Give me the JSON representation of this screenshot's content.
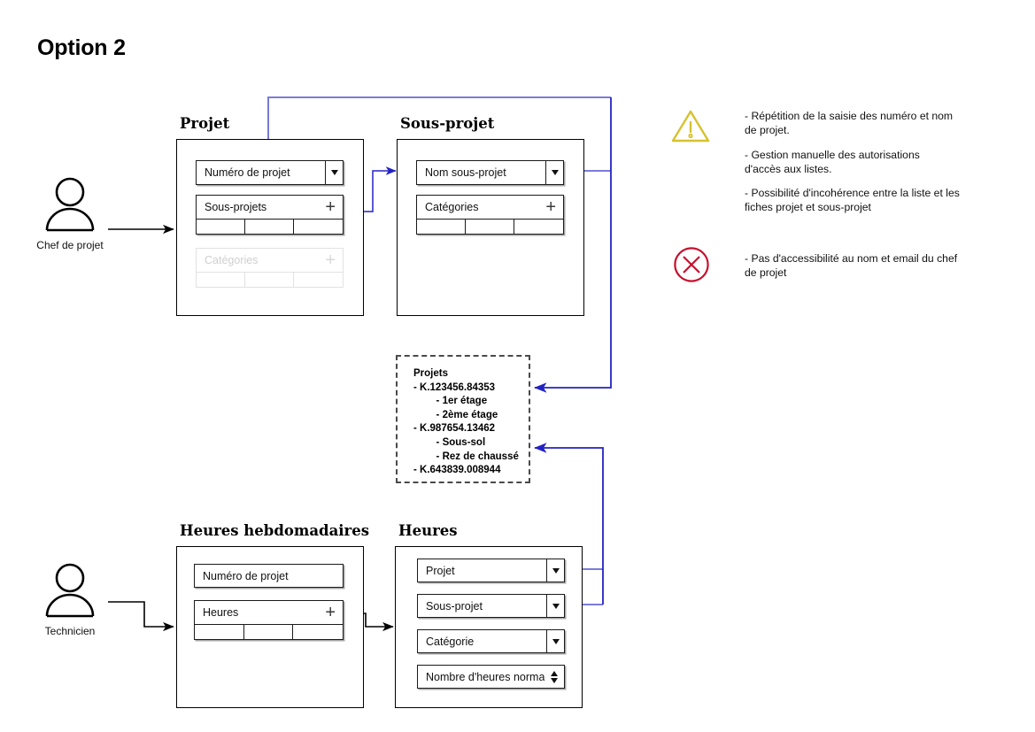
{
  "page": {
    "title": "Option 2"
  },
  "actors": [
    {
      "id": "chef",
      "label": "Chef de projet",
      "icon": "person-icon"
    },
    {
      "id": "technicien",
      "label": "Technicien",
      "icon": "person-icon"
    }
  ],
  "sections": {
    "projet": {
      "title": "Projet",
      "fields": [
        {
          "type": "dropdown",
          "label": "Numéro de projet",
          "icon": "chevron-down-icon",
          "disabled": false
        }
      ],
      "grids": [
        {
          "label": "Sous-projets",
          "icon": "plus-icon",
          "columns": 3,
          "disabled": false
        },
        {
          "label": "Catégories",
          "icon": "plus-icon",
          "columns": 3,
          "disabled": true
        }
      ]
    },
    "sous_projet": {
      "title": "Sous-projet",
      "fields": [
        {
          "type": "dropdown",
          "label": "Nom sous-projet",
          "icon": "chevron-down-icon",
          "disabled": false
        }
      ],
      "grids": [
        {
          "label": "Catégories",
          "icon": "plus-icon",
          "columns": 3,
          "disabled": false
        }
      ]
    },
    "heures_hebdo": {
      "title": "Heures hebdomadaires",
      "fields": [
        {
          "type": "text",
          "label": "Numéro de projet",
          "icon": null,
          "disabled": false
        }
      ],
      "grids": [
        {
          "label": "Heures",
          "icon": "plus-icon",
          "columns": 3,
          "disabled": false
        }
      ]
    },
    "heures": {
      "title": "Heures",
      "fields": [
        {
          "type": "dropdown",
          "label": "Projet",
          "icon": "chevron-down-icon",
          "disabled": false
        },
        {
          "type": "dropdown",
          "label": "Sous-projet",
          "icon": "chevron-down-icon",
          "disabled": false
        },
        {
          "type": "dropdown",
          "label": "Catégorie",
          "icon": "chevron-down-icon",
          "disabled": false
        },
        {
          "type": "spinner",
          "label": "Nombre d'heures normales",
          "icon": "spinner-updown-icon",
          "disabled": false
        }
      ]
    }
  },
  "list_box": {
    "title": "Projets",
    "lines": [
      "Projets",
      "- K.123456.84353",
      "        - 1er étage",
      "        - 2ème étage",
      "- K.987654.13462",
      "        - Sous-sol",
      "        - Rez de chaussé",
      "- K.643839.008944"
    ],
    "text": "Projets\n- K.123456.84353\n        - 1er étage\n        - 2ème étage\n- K.987654.13462\n        - Sous-sol\n        - Rez de chaussé\n- K.643839.008944"
  },
  "notes": [
    {
      "icon": "warning-triangle-icon",
      "icon_color": "#d6c22e",
      "items": [
        "- Répétition de la saisie des numéro et nom\nde projet.",
        "- Gestion manuelle des autorisations\nd'accès aux listes.",
        "- Possibilité d'incohérence entre la liste et les\nfiches projet et sous-projet"
      ]
    },
    {
      "icon": "error-circle-x-icon",
      "icon_color": "#c8102e",
      "items": [
        "- Pas d'accessibilité au nom et email du chef\nde projet"
      ]
    }
  ],
  "colors": {
    "connector_blue": "#3b3bcf",
    "connector_blue_light": "#6a6ad6",
    "arrow_black": "#000000",
    "warning_yellow": "#d6c22e",
    "error_red": "#c8102e",
    "disabled_grey": "#d8d8d8"
  }
}
